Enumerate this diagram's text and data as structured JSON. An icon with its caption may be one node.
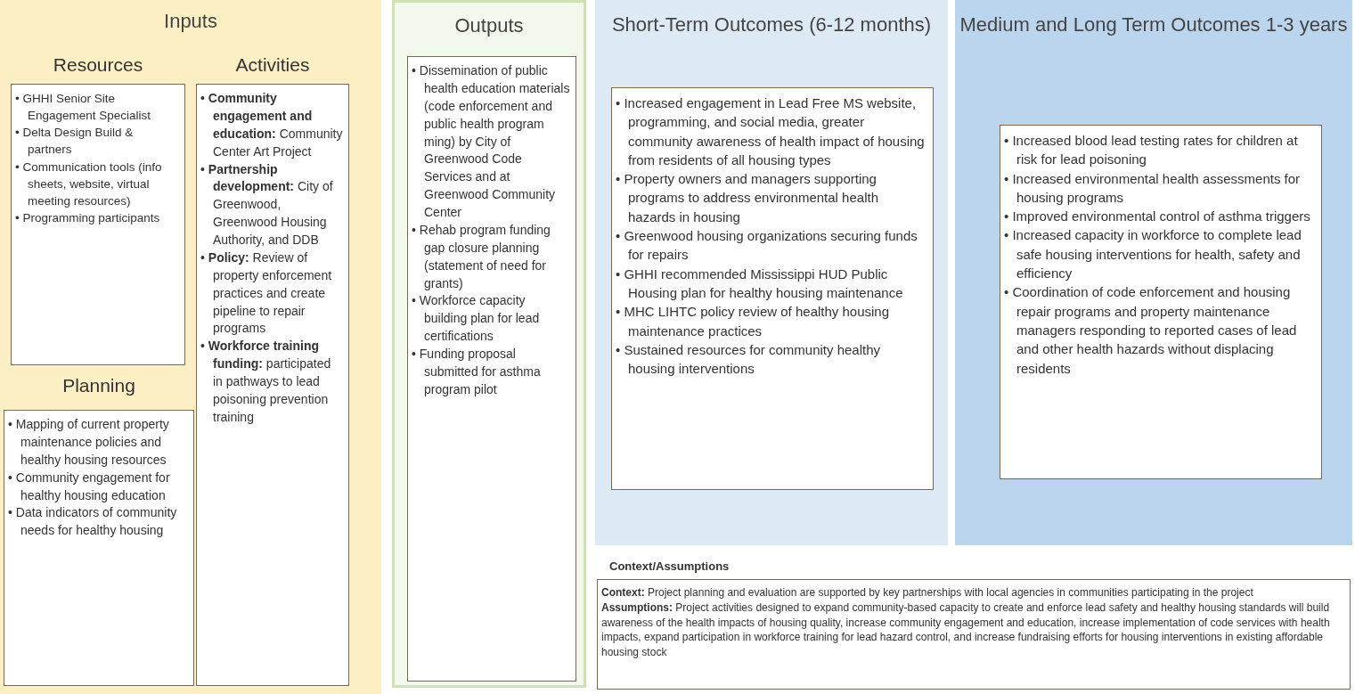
{
  "diagram": {
    "nodes": [
      {
        "text": [
          "Inputs"
        ]
      },
      {
        "text": [
          "Resources",
          "• GHHI Senior Site Engagement Specialist",
          "• Delta Design Build & partners",
          "• Communication tools (info sheets, website, virtual meeting resources)",
          "• Programming participants"
        ],
        "in": 0
      },
      {
        "text": [
          "Activities",
          "• **Community engagement and education:** Community Center Art Project",
          "• **Partnership development:** City of Greenwood, Greenwood Housing Authority, and DDB",
          "• **Policy:** Review of property enforcement practices and create pipeline to repair programs",
          "• **Workforce training funding:** participated in pathways to lead poisoning prevention training"
        ],
        "in": 0
      },
      {
        "text": [
          "Planning",
          "• Mapping of current property maintenance policies and healthy housing resources",
          "• Community engagement for healthy housing education",
          "• Data indicators of community needs for healthy housing"
        ],
        "in": 0
      },
      {
        "text": [
          "Outputs"
        ]
      },
      {
        "text": [
          "• Dissemination of public health education materials (code enforcement and public health program ming) by City of Greenwood Code Services and at Greenwood Community Center",
          "• Rehab program funding gap closure planning (statement of need for grants)",
          "• Workforce capacity building plan for lead certifications",
          "• Funding proposal submitted for asthma program pilot"
        ],
        "in": 4
      },
      {
        "text": [
          "Short-Term Outcomes (6-12 months)"
        ]
      },
      {
        "text": [
          "• Increased engagement in Lead Free MS website, programming, and social media, greater community awareness of health impact of housing from residents of all housing types",
          "• Property owners and managers supporting programs to address environmental health hazards in housing",
          "• Greenwood housing organizations securing funds for repairs",
          "• GHHI recommended Mississippi HUD Public Housing plan for healthy housing maintenance",
          "• MHC LIHTC policy review of healthy housing maintenance practices",
          "• Sustained resources for community healthy housing interventions"
        ],
        "in": 6
      },
      {
        "text": [
          "Medium and Long Term Outcomes 1-3 years"
        ]
      },
      {
        "text": [
          "• Increased blood lead testing rates for children at risk for lead poisoning",
          "• Increased environmental health assessments for housing programs",
          "• Improved environmental control of asthma triggers",
          "• Increased capacity in workforce to complete lead safe housing interventions for health, safety and efficiency",
          "• Coordination of code enforcement and housing repair programs and property maintenance managers responding to reported cases of lead and other health hazards without displacing residents"
        ],
        "in": 8
      },
      {
        "text": [
          "Context/Assumptions",
          "**Context:** Project planning and evaluation are supported by key partnerships with local agencies in communities participating in the project",
          "**Assumptions:** Project activities designed to expand community-based capacity to create and enforce lead safety and healthy housing standards will build awareness of the health impacts of housing quality, increase community engagement and education, increase implementation of code services with health impacts, expand participation in workforce training for lead hazard control, and increase fundraising efforts for housing interventions in existing affordable housing stock"
        ]
      }
    ]
  }
}
